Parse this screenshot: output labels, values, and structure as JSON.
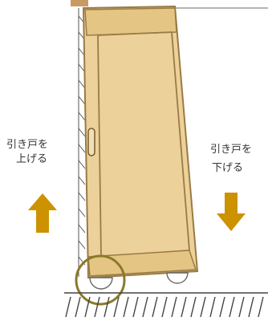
{
  "labels": {
    "left_line1": "引き戸を",
    "left_line2": "上げる",
    "right_line1": "引き戸を",
    "right_line2": "下げる"
  },
  "colors": {
    "door_fill": "#ecd29a",
    "door_stroke": "#9a7a45",
    "arrow": "#cc9200",
    "circle": "#8a7a2a",
    "tab": "#c99b62",
    "wall": "#555555",
    "floor": "#444444"
  },
  "icons": {
    "up_arrow": "up-arrow-icon",
    "down_arrow": "down-arrow-icon"
  }
}
